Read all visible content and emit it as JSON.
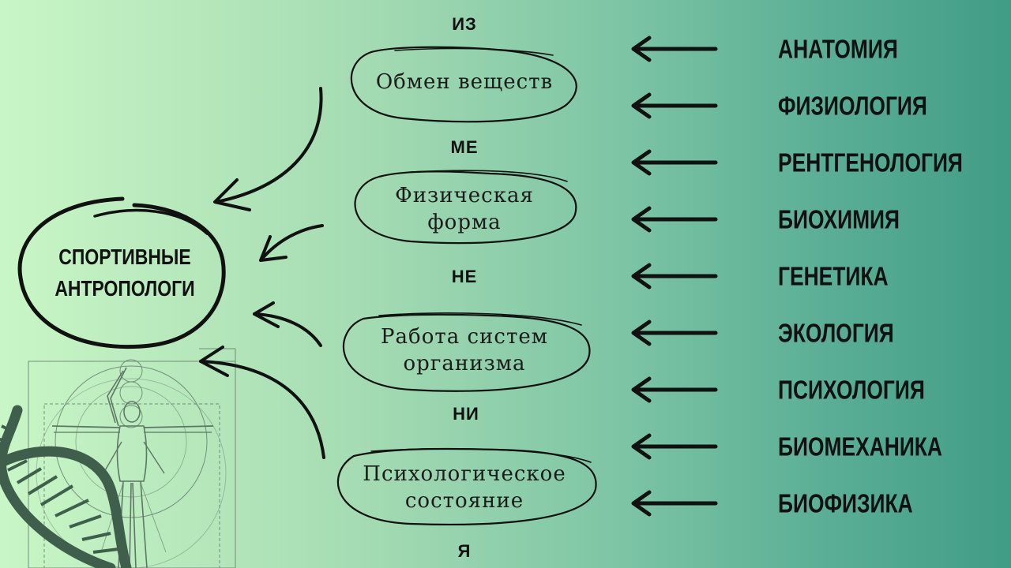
{
  "hub": {
    "line1": "СПОРТИВНЫЕ",
    "line2": "АНТРОПОЛОГИ"
  },
  "connectors": [
    "ИЗ",
    "МЕ",
    "НЕ",
    "НИ",
    "Я"
  ],
  "processes": [
    {
      "lines": [
        "Обмен веществ"
      ]
    },
    {
      "lines": [
        "Физическая",
        "форма"
      ]
    },
    {
      "lines": [
        "Работа систем",
        "организма"
      ]
    },
    {
      "lines": [
        "Психологическое",
        "состояние"
      ]
    }
  ],
  "disciplines": [
    "АНАТОМИЯ",
    "ФИЗИОЛОГИЯ",
    "РЕНТГЕНОЛОГИЯ",
    "БИОХИМИЯ",
    "ГЕНЕТИКА",
    "ЭКОЛОГИЯ",
    "ПСИХОЛОГИЯ",
    "БИОМЕХАНИКА",
    "БИОФИЗИКА"
  ],
  "colors": {
    "bg_left": "#c9f6c6",
    "bg_right": "#419c86",
    "ink": "#111111",
    "helix": "#3f5f4c"
  }
}
